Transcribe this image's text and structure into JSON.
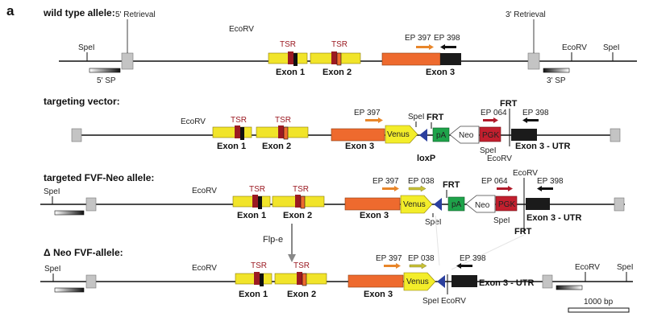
{
  "panel_label": "a",
  "colors": {
    "tsr": "#f1e42a",
    "tsr_core": "#9b1a22",
    "exon3": "#ee6a2e",
    "utr": "#1b1b1b",
    "venus": "#f3ed2a",
    "loxp": "#2b3f9e",
    "pa": "#1ea34a",
    "pgk": "#c21f2e",
    "retrieval": "#c4c4c4",
    "orange_arrow": "#e8862a",
    "yellow_arrow": "#c9c237",
    "red_arrow": "#b01a2a"
  },
  "labels": {
    "wild_type": "wild type allele:",
    "targeting_vector": "targeting vector:",
    "fvf_neo": "targeted FVF-Neo allele:",
    "delta_neo": "Δ Neo FVF-allele:",
    "spe1": "SpeI",
    "ecorv": "EcoRV",
    "retrieval_5": "5' Retrieval",
    "retrieval_3": "3' Retrieval",
    "sp_5": "5' SP",
    "sp_3": "3' SP",
    "tsr": "TSR",
    "exon1": "Exon 1",
    "exon2": "Exon 2",
    "exon3": "Exon 3",
    "exon3_utr": "Exon 3 - UTR",
    "ep397": "EP 397",
    "ep398": "EP 398",
    "ep038": "EP 038",
    "ep064": "EP 064",
    "frt": "FRT",
    "loxp": "loxP",
    "venus": "Venus",
    "pa": "pA",
    "neo": "Neo",
    "pgk": "PGK",
    "flp": "Flp-e",
    "scale": "1000 bp"
  }
}
